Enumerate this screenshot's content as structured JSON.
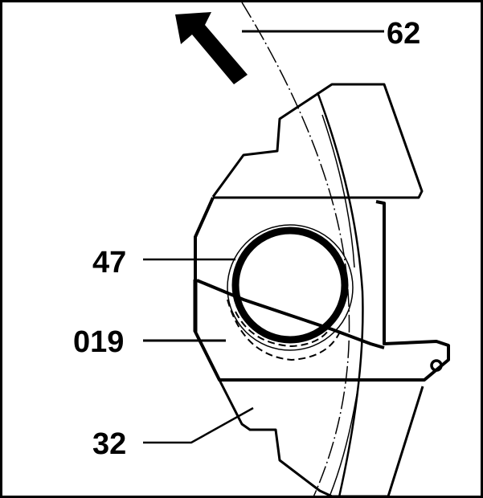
{
  "diagram": {
    "type": "technical-line-drawing",
    "subject": "brake caliper assembly with piston, seal, pad and disc",
    "colors": {
      "line": "#000000",
      "background": "#ffffff"
    },
    "arrow": {
      "icon": "direction-arrow",
      "direction": "up-left"
    },
    "labels": [
      {
        "id": "62",
        "text": "62"
      },
      {
        "id": "47",
        "text": "47"
      },
      {
        "id": "019",
        "text": "019"
      },
      {
        "id": "32",
        "text": "32"
      }
    ]
  }
}
